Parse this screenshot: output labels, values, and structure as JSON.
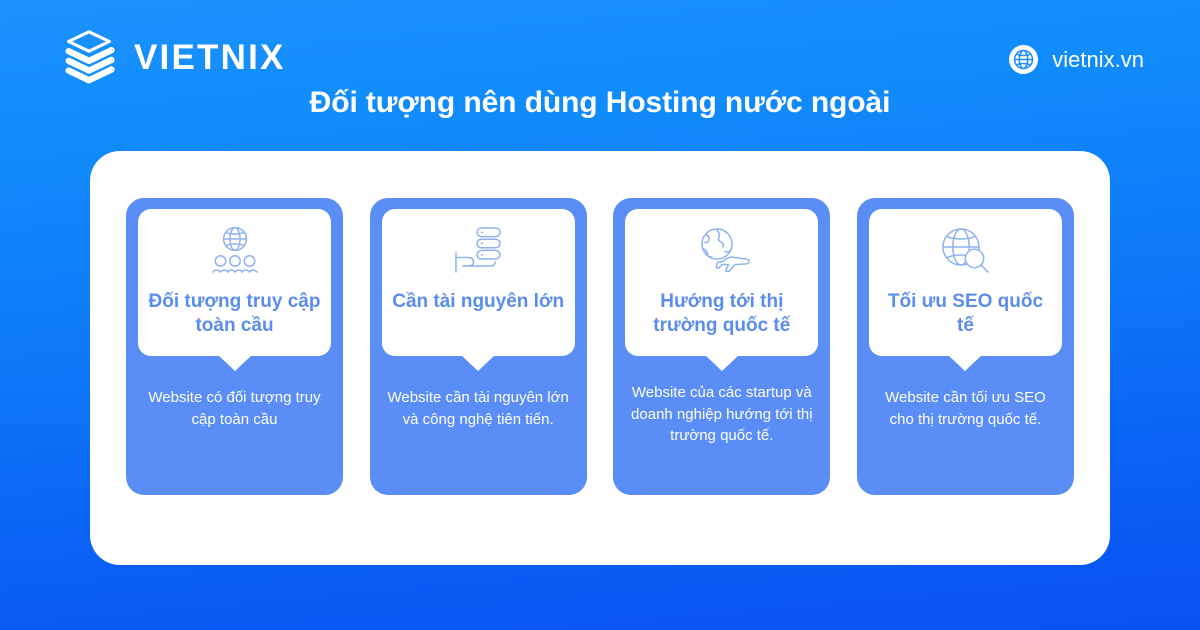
{
  "brand": {
    "logo_icon": "stacked-server-logo-icon",
    "name": "VIETNIX"
  },
  "site_badge": {
    "icon": "globe-icon",
    "label": "vietnix.vn"
  },
  "header": {
    "title": "Đối tượng nên dùng Hosting nước ngoài"
  },
  "colors": {
    "background_top": "#1b93ff",
    "background_bottom": "#0a52f3",
    "panel": "#ffffff",
    "card": "#5a8df5",
    "card_title": "#5b8ded",
    "card_body": "#ffffff",
    "icon_stroke": "#8fb2ef"
  },
  "cards": [
    {
      "icon": "globe-with-people-icon",
      "title": "Đối tượng truy cập toàn cầu",
      "body": "Website có đối tượng truy cập toàn cầu"
    },
    {
      "icon": "hand-holding-server-icon",
      "title": "Cần tài nguyên lớn",
      "body": "Website cần tài nguyên lớn và công nghệ tiên tiến."
    },
    {
      "icon": "globe-with-airplane-icon",
      "title": "Hướng tới thị trường quốc tế",
      "body": "Website của các startup và doanh nghiệp hướng tới thị trường quốc tế."
    },
    {
      "icon": "globe-with-magnifier-icon",
      "title": "Tối ưu SEO quốc tế",
      "body": "Website cần tối ưu SEO cho thị trường quốc tế."
    }
  ]
}
